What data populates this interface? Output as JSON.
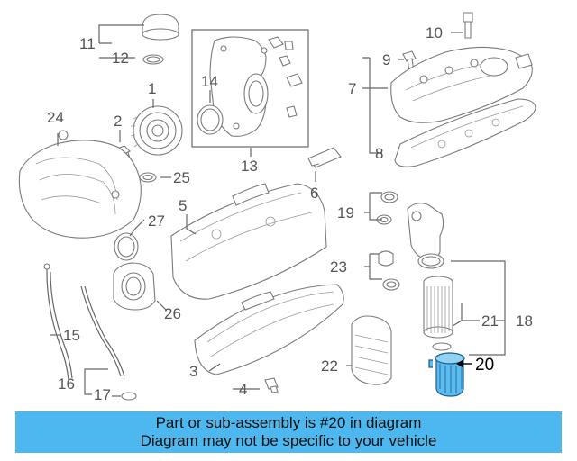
{
  "callouts": [
    {
      "id": "c1",
      "label": "1"
    },
    {
      "id": "c2",
      "label": "2"
    },
    {
      "id": "c3",
      "label": "3"
    },
    {
      "id": "c4",
      "label": "4"
    },
    {
      "id": "c5",
      "label": "5"
    },
    {
      "id": "c6",
      "label": "6"
    },
    {
      "id": "c7",
      "label": "7"
    },
    {
      "id": "c8",
      "label": "8"
    },
    {
      "id": "c9",
      "label": "9"
    },
    {
      "id": "c10",
      "label": "10"
    },
    {
      "id": "c11",
      "label": "11"
    },
    {
      "id": "c12",
      "label": "12"
    },
    {
      "id": "c13",
      "label": "13"
    },
    {
      "id": "c14",
      "label": "14"
    },
    {
      "id": "c15",
      "label": "15"
    },
    {
      "id": "c16",
      "label": "16"
    },
    {
      "id": "c17",
      "label": "17"
    },
    {
      "id": "c18",
      "label": "18"
    },
    {
      "id": "c19",
      "label": "19"
    },
    {
      "id": "c20",
      "label": "20"
    },
    {
      "id": "c21",
      "label": "21"
    },
    {
      "id": "c22",
      "label": "22"
    },
    {
      "id": "c23",
      "label": "23"
    },
    {
      "id": "c24",
      "label": "24"
    },
    {
      "id": "c25",
      "label": "25"
    },
    {
      "id": "c26",
      "label": "26"
    },
    {
      "id": "c27",
      "label": "27"
    }
  ],
  "highlight": {
    "part": "20",
    "color": "#4db8ef"
  },
  "banner": {
    "line1": "Part or sub-assembly is #20 in diagram",
    "line2": "Diagram may not be specific to your vehicle",
    "background": "#4db8ef"
  }
}
